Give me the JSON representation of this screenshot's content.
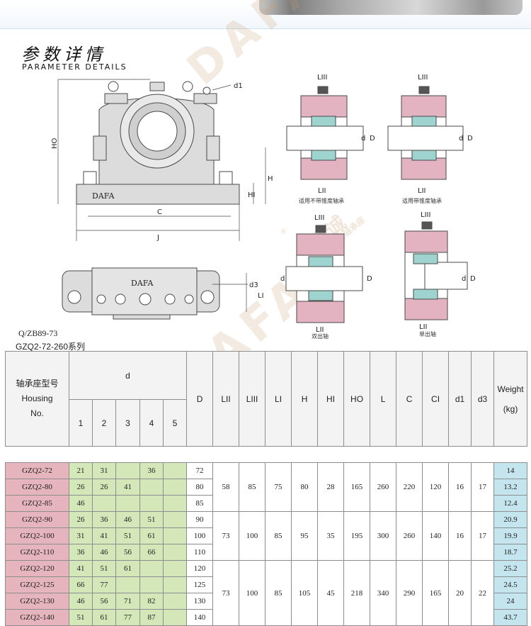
{
  "section": {
    "title_cn": "参数详情",
    "title_en": "PARAMETER DETAILS"
  },
  "watermark": {
    "brand": "DAFA",
    "brand_cn": "至诚",
    "sub_cn": "重型轴承座",
    "registered": "®"
  },
  "drawing": {
    "brand": "DAFA",
    "labels": {
      "d1": "d1",
      "HO": "HO",
      "H": "H",
      "HI": "HI",
      "C": "C",
      "J": "J",
      "d3": "d3",
      "LI": "LI",
      "LII": "LII",
      "LIII": "LIII",
      "d": "d",
      "D": "D"
    },
    "captions": {
      "no_taper": "适用不带锥度轴承",
      "with_taper": "适用带锥度轴承",
      "double": "双出轴",
      "single": "单出轴"
    },
    "colors": {
      "line": "#4a4a4a",
      "body_fill": "#d9d9d9",
      "pink": "#e3b3c2",
      "teal": "#9fd3cf"
    }
  },
  "standard": "Q/ZB89-73",
  "series": "GZQ2-72-260系列",
  "table": {
    "header": {
      "housing_cn": "轴承座型号",
      "housing_en_1": "Housing",
      "housing_en_2": "No.",
      "d": "d",
      "d_cols": [
        "1",
        "2",
        "3",
        "4",
        "5"
      ],
      "cols": [
        "D",
        "LII",
        "LIII",
        "LI",
        "H",
        "HI",
        "HO",
        "L",
        "C",
        "CI",
        "d1",
        "d3"
      ],
      "weight": "Weight",
      "weight_unit": "(kg)"
    },
    "groups": [
      {
        "rows": [
          {
            "model": "GZQ2-72",
            "d": [
              "21",
              "31",
              "",
              "36",
              ""
            ],
            "D": "72",
            "w": "14"
          },
          {
            "model": "GZQ2-80",
            "d": [
              "26",
              "26",
              "41",
              "",
              ""
            ],
            "D": "80",
            "w": "13.2"
          },
          {
            "model": "GZQ2-85",
            "d": [
              "46",
              "",
              "",
              "",
              ""
            ],
            "D": "85",
            "w": "12.4"
          }
        ],
        "shared": [
          "58",
          "85",
          "75",
          "80",
          "28",
          "165",
          "260",
          "220",
          "120",
          "16",
          "17"
        ]
      },
      {
        "rows": [
          {
            "model": "GZQ2-90",
            "d": [
              "26",
              "36",
              "46",
              "51",
              ""
            ],
            "D": "90",
            "w": "20.9"
          },
          {
            "model": "GZQ2-100",
            "d": [
              "31",
              "41",
              "51",
              "61",
              ""
            ],
            "D": "100",
            "w": "19.9"
          },
          {
            "model": "GZQ2-110",
            "d": [
              "36",
              "46",
              "56",
              "66",
              ""
            ],
            "D": "110",
            "w": "18.7"
          }
        ],
        "shared": [
          "73",
          "100",
          "85",
          "95",
          "35",
          "195",
          "300",
          "260",
          "140",
          "16",
          "17"
        ]
      },
      {
        "rows": [
          {
            "model": "GZQ2-120",
            "d": [
              "41",
              "51",
              "61",
              "",
              ""
            ],
            "D": "120",
            "w": "25.2"
          },
          {
            "model": "GZQ2-125",
            "d": [
              "66",
              "77",
              "",
              "",
              ""
            ],
            "D": "125",
            "w": "24.5"
          },
          {
            "model": "GZQ2-130",
            "d": [
              "46",
              "56",
              "71",
              "82",
              ""
            ],
            "D": "130",
            "w": "24"
          },
          {
            "model": "GZQ2-140",
            "d": [
              "51",
              "61",
              "77",
              "87",
              ""
            ],
            "D": "140",
            "w": "43.7"
          }
        ],
        "shared": [
          "73",
          "100",
          "85",
          "105",
          "45",
          "218",
          "340",
          "290",
          "165",
          "20",
          "22"
        ]
      }
    ]
  }
}
